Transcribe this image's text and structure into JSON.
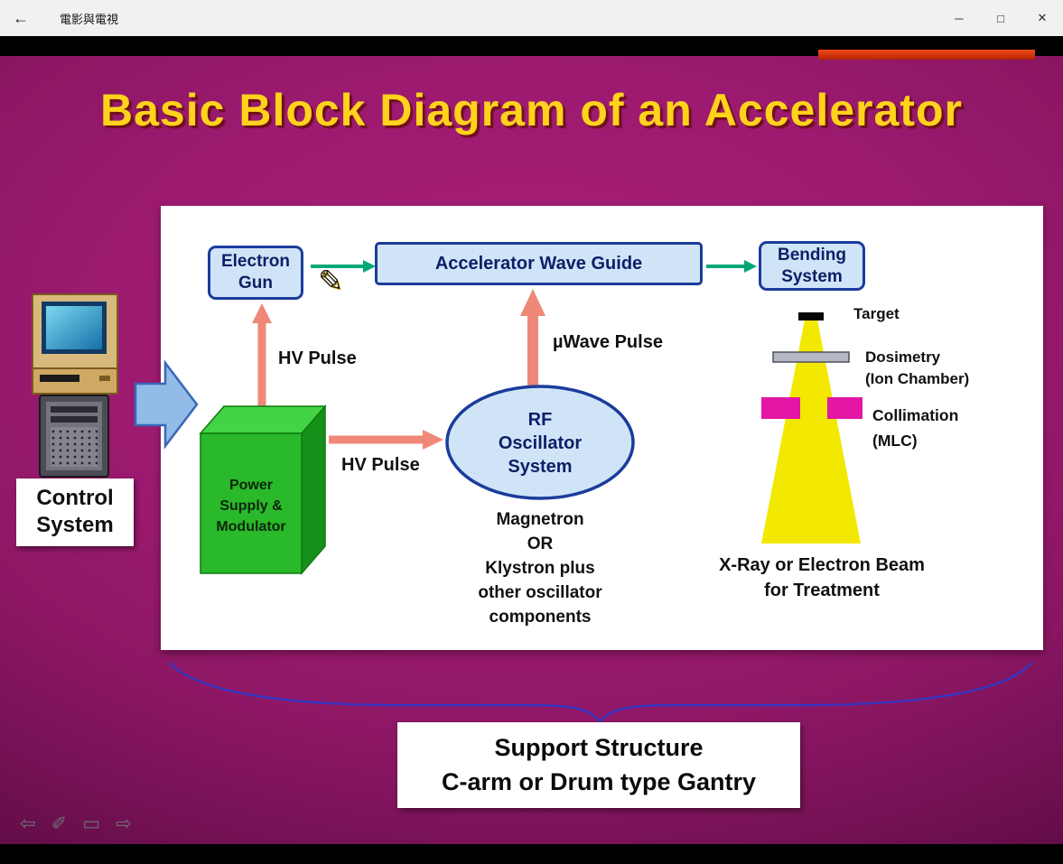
{
  "window": {
    "title": "電影與電視",
    "back_icon": "←",
    "minimize_icon": "─",
    "maximize_icon": "□",
    "close_icon": "✕"
  },
  "slide": {
    "title": "Basic Block Diagram of an Accelerator"
  },
  "diagram": {
    "electron_gun": {
      "line1": "Electron",
      "line2": "Gun"
    },
    "wave_guide": "Accelerator Wave Guide",
    "bending_system": {
      "line1": "Bending",
      "line2": "System"
    },
    "hv_pulse_top": "HV Pulse",
    "hv_pulse_bottom": "HV Pulse",
    "uwave_pulse": "µWave Pulse",
    "power_supply": {
      "line1": "Power",
      "line2": "Supply &",
      "line3": "Modulator"
    },
    "rf_oscillator": {
      "line1": "RF",
      "line2": "Oscillator",
      "line3": "System"
    },
    "oscillator_note": {
      "line1": "Magnetron",
      "line2": "OR",
      "line3": "Klystron plus",
      "line4": "other oscillator",
      "line5": "components"
    },
    "target_label": "Target",
    "dosimetry": {
      "line1": "Dosimetry",
      "line2": "(Ion Chamber)"
    },
    "collimation": {
      "line1": "Collimation",
      "line2": "(MLC)"
    },
    "treatment": {
      "line1": "X-Ray or Electron Beam",
      "line2": "for Treatment"
    },
    "control_system": {
      "line1": "Control",
      "line2": "System"
    },
    "support": {
      "line1": "Support Structure",
      "line2": "C-arm or Drum type Gantry"
    },
    "pencil_cursor_icon": "✎"
  },
  "player_tools": {
    "prev_icon": "⇦",
    "pen_icon": "✐",
    "screen_icon": "▭",
    "next_icon": "⇨"
  },
  "colors": {
    "slide_bg": "#9c1a70",
    "title_yellow": "#ffd21c",
    "box_fill": "#cfe4f7",
    "box_border": "#1b3c9c",
    "arrow_teal": "#00a878",
    "arrow_salmon": "#f0887a",
    "green_box": "#2ab92a",
    "beam_yellow": "#f2e800",
    "mlc_magenta": "#e316a5",
    "block_arrow_blue": "#92bbe8",
    "red_bar": "#e03a10"
  }
}
